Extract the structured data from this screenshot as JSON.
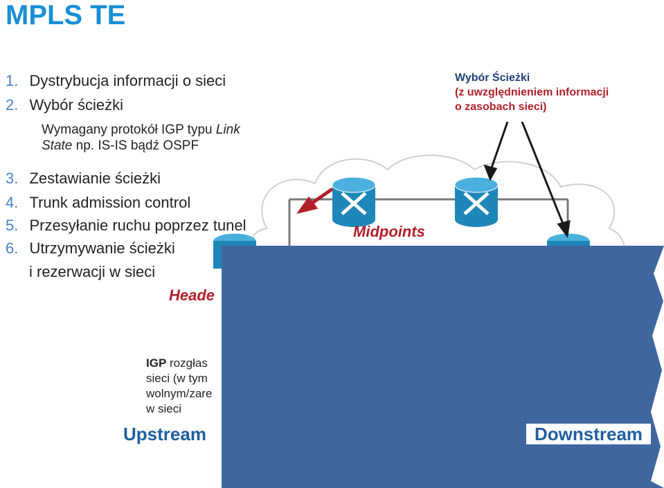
{
  "title": "MPLS TE",
  "steps_top": [
    {
      "num": "1.",
      "text": "Dystrybucja informacji o sieci"
    },
    {
      "num": "2.",
      "text": "Wybór ścieżki"
    }
  ],
  "note": {
    "line1": "Wymagany protokół IGP typu ",
    "line1_italic": "Link",
    "line2_italic": "State",
    "line2": " np. IS-IS bądź OSPF"
  },
  "steps_bottom": [
    {
      "num": "3.",
      "text": "Zestawianie ścieżki"
    },
    {
      "num": "4.",
      "text": "Trunk admission control"
    },
    {
      "num": "5.",
      "text": "Przesyłanie ruchu poprzez tunel"
    },
    {
      "num": "6.",
      "text": "Utrzymywanie ścieżki"
    }
  ],
  "step6_cont": "i rezerwacji w sieci",
  "callout": {
    "heading": "Wybór Ścieżki",
    "line2": "(z uwzględnieniem informacji",
    "line3": "o zasobach sieci)"
  },
  "labels": {
    "midpoints": "Midpoints",
    "headend": "Heade",
    "upstream": "Upstream",
    "downstream": "Downstream"
  },
  "igp_text": {
    "bold": "IGP",
    "line1_rest": " rozgłas",
    "line2": "sieci (w tym",
    "line3": "wolnym/zare",
    "line4": "w sieci"
  },
  "colors": {
    "title": "#1a8fd6",
    "router": "#1e87b8",
    "arrow_red": "#b0202a",
    "overlay": "#40669f",
    "callout_heading": "#1f3f73",
    "callout_text": "#b0202a"
  }
}
